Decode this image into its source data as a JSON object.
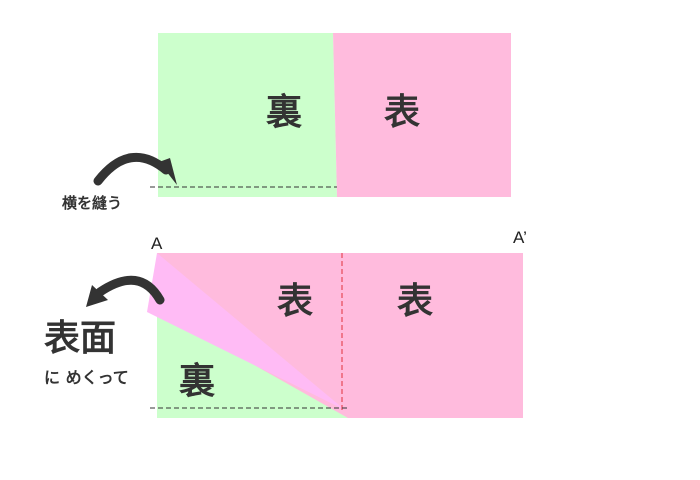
{
  "colors": {
    "green": "#ccffcc",
    "pink": "#ffbbdd",
    "flap": "#ffbbf5",
    "stroke": "#333333",
    "fold_line": "#e0303a"
  },
  "top_panel": {
    "back_label": "裏",
    "front_label": "表",
    "instruction": "横を縫う",
    "arrow_icon": "curved-arrow-right-icon"
  },
  "bottom_panel": {
    "corner_a": "A",
    "corner_a_prime": "A’",
    "front_label_left": "表",
    "front_label_right": "表",
    "back_label": "裏",
    "instruction_big": "表面",
    "instruction_small": "に めくって",
    "arrow_icon": "curved-arrow-left-icon"
  }
}
